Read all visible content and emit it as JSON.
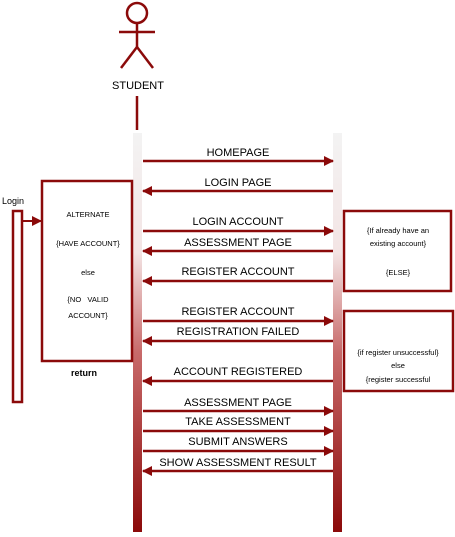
{
  "diagram": {
    "actor": "STUDENT",
    "side_label": "Login",
    "left_box": {
      "line1": "ALTERNATE",
      "line2": "{HAVE ACCOUNT}",
      "line3": "else",
      "line4": "{NO   VALID",
      "line5": "ACCOUNT}"
    },
    "return_label": "return",
    "note1": {
      "line1": "{If already have an",
      "line2": "existing account}",
      "line3": "{ELSE}"
    },
    "note2": {
      "line1": "{if register unsuccessful}",
      "line2": "else",
      "line3": "{register successful"
    },
    "messages": [
      {
        "label": "HOMEPAGE",
        "direction": "right"
      },
      {
        "label": "LOGIN PAGE",
        "direction": "left"
      },
      {
        "label": "LOGIN ACCOUNT",
        "direction": "right"
      },
      {
        "label": "ASSESSMENT PAGE",
        "direction": "left"
      },
      {
        "label": "REGISTER ACCOUNT",
        "direction": "left"
      },
      {
        "label": "REGISTER ACCOUNT",
        "direction": "right"
      },
      {
        "label": "REGISTRATION FAILED",
        "direction": "left"
      },
      {
        "label": "ACCOUNT REGISTERED",
        "direction": "left"
      },
      {
        "label": "ASSESSMENT PAGE",
        "direction": "right"
      },
      {
        "label": "TAKE ASSESSMENT",
        "direction": "right"
      },
      {
        "label": "SUBMIT ANSWERS",
        "direction": "right"
      },
      {
        "label": "SHOW ASSESSMENT RESULT",
        "direction": "left"
      }
    ],
    "colors": {
      "primary": "#8B0A0A",
      "lifeline_top": "#f2f2f2"
    }
  }
}
